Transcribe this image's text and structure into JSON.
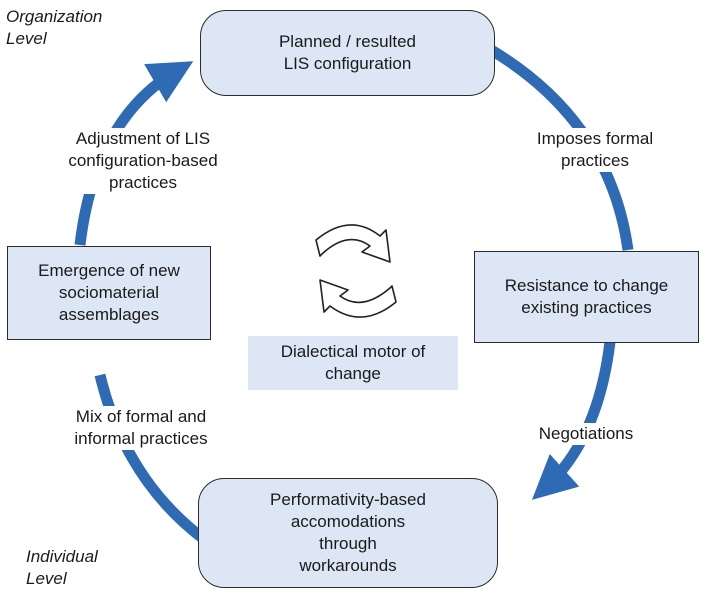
{
  "levels": {
    "top": "Organization\nLevel",
    "bottom": "Individual\nLevel"
  },
  "nodes": {
    "top": "Planned / resulted\nLIS configuration",
    "right": "Resistance to change\nexisting practices",
    "bottom": "Performativity-based\naccomodations\nthrough\nworkarounds",
    "left": "Emergence of new\nsociomaterial\nassemblages"
  },
  "edges": {
    "top_right": "Imposes formal\npractices",
    "right_bottom": "Negotiations",
    "bottom_left": "Mix of formal and\ninformal practices",
    "left_top": "Adjustment of LIS\nconfiguration-based\npractices"
  },
  "center": {
    "label": "Dialectical motor of\nchange"
  },
  "colors": {
    "arrow": "#2f6bb5",
    "box_fill": "#dce6f4",
    "border": "#2b2b2b"
  },
  "icons": {
    "cycle": "refresh-cycle-icon"
  }
}
